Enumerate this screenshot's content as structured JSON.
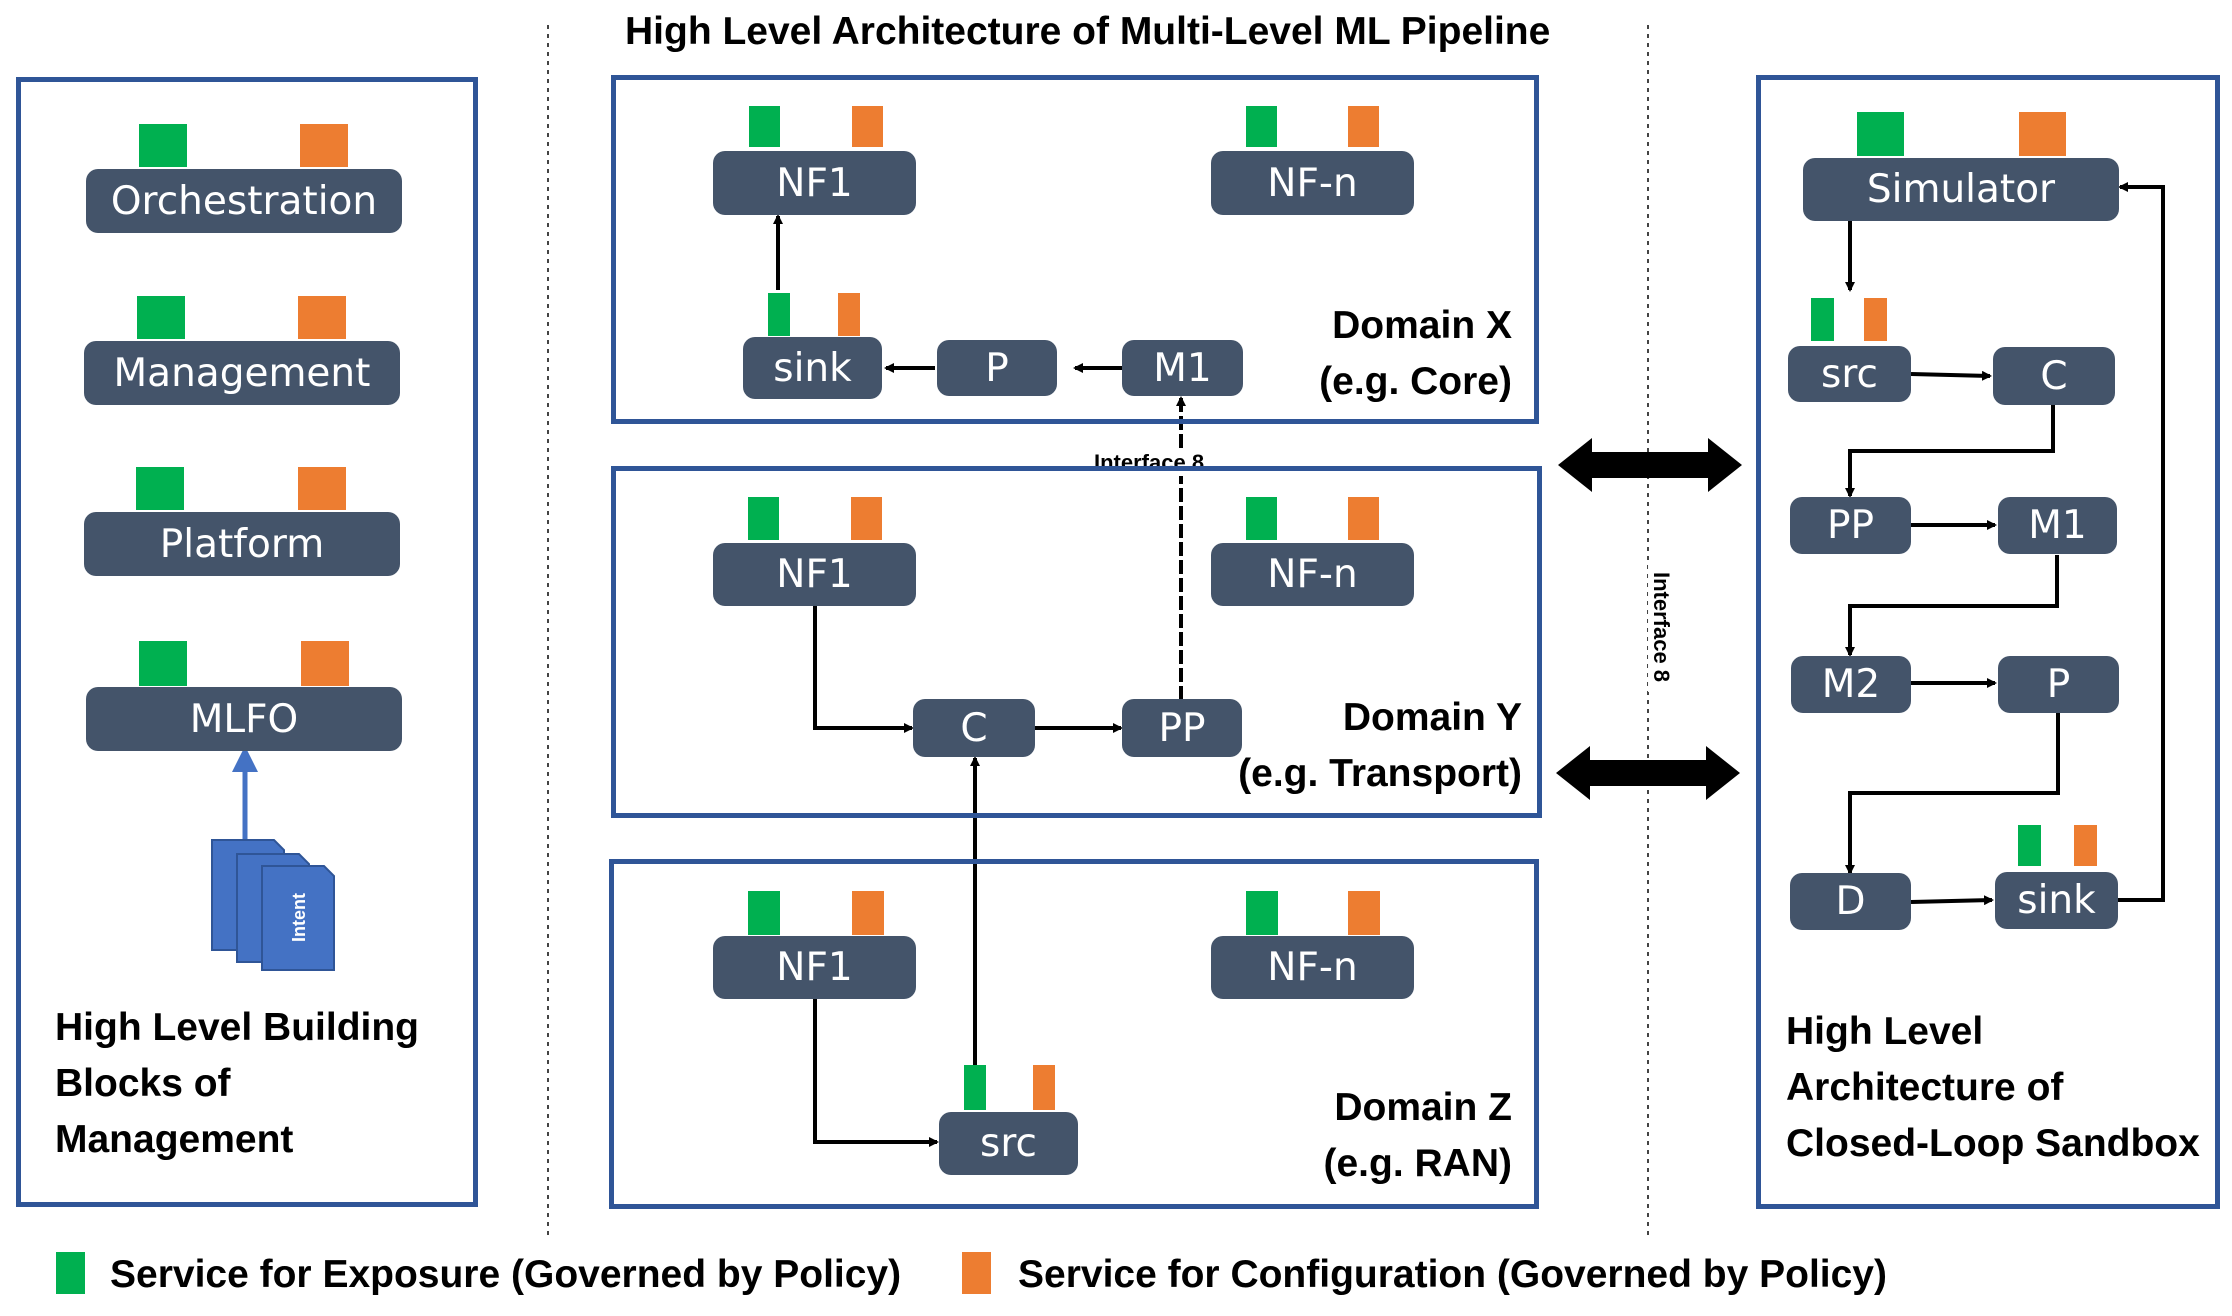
{
  "title": "High Level Architecture of Multi-Level ML Pipeline",
  "left_panel": {
    "blocks": [
      "Orchestration",
      "Management",
      "Platform",
      "MLFO"
    ],
    "intent_label": "Intent",
    "caption": [
      "High Level Building",
      "Blocks of",
      "Management"
    ]
  },
  "domains": {
    "x": {
      "name": "Domain X",
      "example": "(e.g. Core)",
      "nodes": {
        "nf1": "NF1",
        "nfn": "NF-n",
        "sink": "sink",
        "p": "P",
        "m1": "M1"
      }
    },
    "y": {
      "name": "Domain Y",
      "example": "(e.g. Transport)",
      "nodes": {
        "nf1": "NF1",
        "nfn": "NF-n",
        "c": "C",
        "pp": "PP"
      }
    },
    "z": {
      "name": "Domain Z",
      "example": "(e.g. RAN)",
      "nodes": {
        "nf1": "NF1",
        "nfn": "NF-n",
        "src": "src"
      }
    }
  },
  "interface_label": "Interface 8",
  "sandbox": {
    "nodes": {
      "simulator": "Simulator",
      "src": "src",
      "c": "C",
      "pp": "PP",
      "m1": "M1",
      "m2": "M2",
      "p": "P",
      "d": "D",
      "sink": "sink"
    },
    "caption": [
      "High Level",
      "Architecture of",
      "Closed-Loop Sandbox"
    ]
  },
  "legend": {
    "exposure": "Service for Exposure (Governed by Policy)",
    "configuration": "Service for Configuration (Governed by Policy)"
  },
  "colors": {
    "exposure": "#00b050",
    "configuration": "#ed7d31",
    "node": "#44546a",
    "frame": "#2f5597",
    "intent": "#4472c4"
  },
  "icons": [
    "intent-document-icon",
    "double-arrow-icon"
  ]
}
